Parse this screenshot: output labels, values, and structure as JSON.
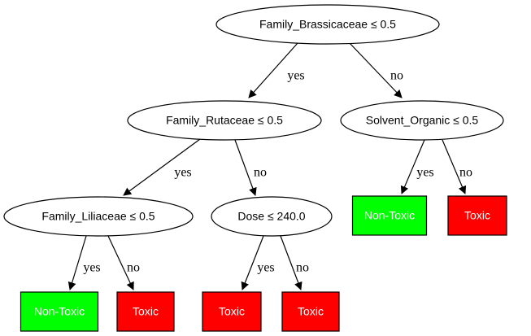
{
  "colors": {
    "background": "#ffffff",
    "outline": "#000000",
    "non_toxic_fill": "#00ff00",
    "toxic_fill": "#ff0000",
    "leaf_text": "#ffffff"
  },
  "tree": {
    "nodes": [
      {
        "id": "n0",
        "kind": "decision",
        "label": "Family_Brassicaceae ≤ 0.5"
      },
      {
        "id": "n1",
        "kind": "decision",
        "label": "Family_Rutaceae ≤ 0.5"
      },
      {
        "id": "n2",
        "kind": "decision",
        "label": "Solvent_Organic ≤ 0.5"
      },
      {
        "id": "n3",
        "kind": "decision",
        "label": "Family_Liliaceae ≤ 0.5"
      },
      {
        "id": "n4",
        "kind": "decision",
        "label": "Dose ≤ 240.0"
      },
      {
        "id": "n5",
        "kind": "leaf",
        "class": "non-toxic",
        "label": "Non-Toxic"
      },
      {
        "id": "n6",
        "kind": "leaf",
        "class": "toxic",
        "label": "Toxic"
      },
      {
        "id": "n7",
        "kind": "leaf",
        "class": "non-toxic",
        "label": "Non-Toxic"
      },
      {
        "id": "n8",
        "kind": "leaf",
        "class": "toxic",
        "label": "Toxic"
      },
      {
        "id": "n9",
        "kind": "leaf",
        "class": "toxic",
        "label": "Toxic"
      },
      {
        "id": "n10",
        "kind": "leaf",
        "class": "toxic",
        "label": "Toxic"
      }
    ],
    "edges": [
      {
        "from": "n0",
        "to": "n1",
        "label": "yes"
      },
      {
        "from": "n0",
        "to": "n2",
        "label": "no"
      },
      {
        "from": "n1",
        "to": "n3",
        "label": "yes"
      },
      {
        "from": "n1",
        "to": "n4",
        "label": "no"
      },
      {
        "from": "n2",
        "to": "n5",
        "label": "yes"
      },
      {
        "from": "n2",
        "to": "n6",
        "label": "no"
      },
      {
        "from": "n3",
        "to": "n7",
        "label": "yes"
      },
      {
        "from": "n3",
        "to": "n8",
        "label": "no"
      },
      {
        "from": "n4",
        "to": "n9",
        "label": "yes"
      },
      {
        "from": "n4",
        "to": "n10",
        "label": "no"
      }
    ]
  }
}
